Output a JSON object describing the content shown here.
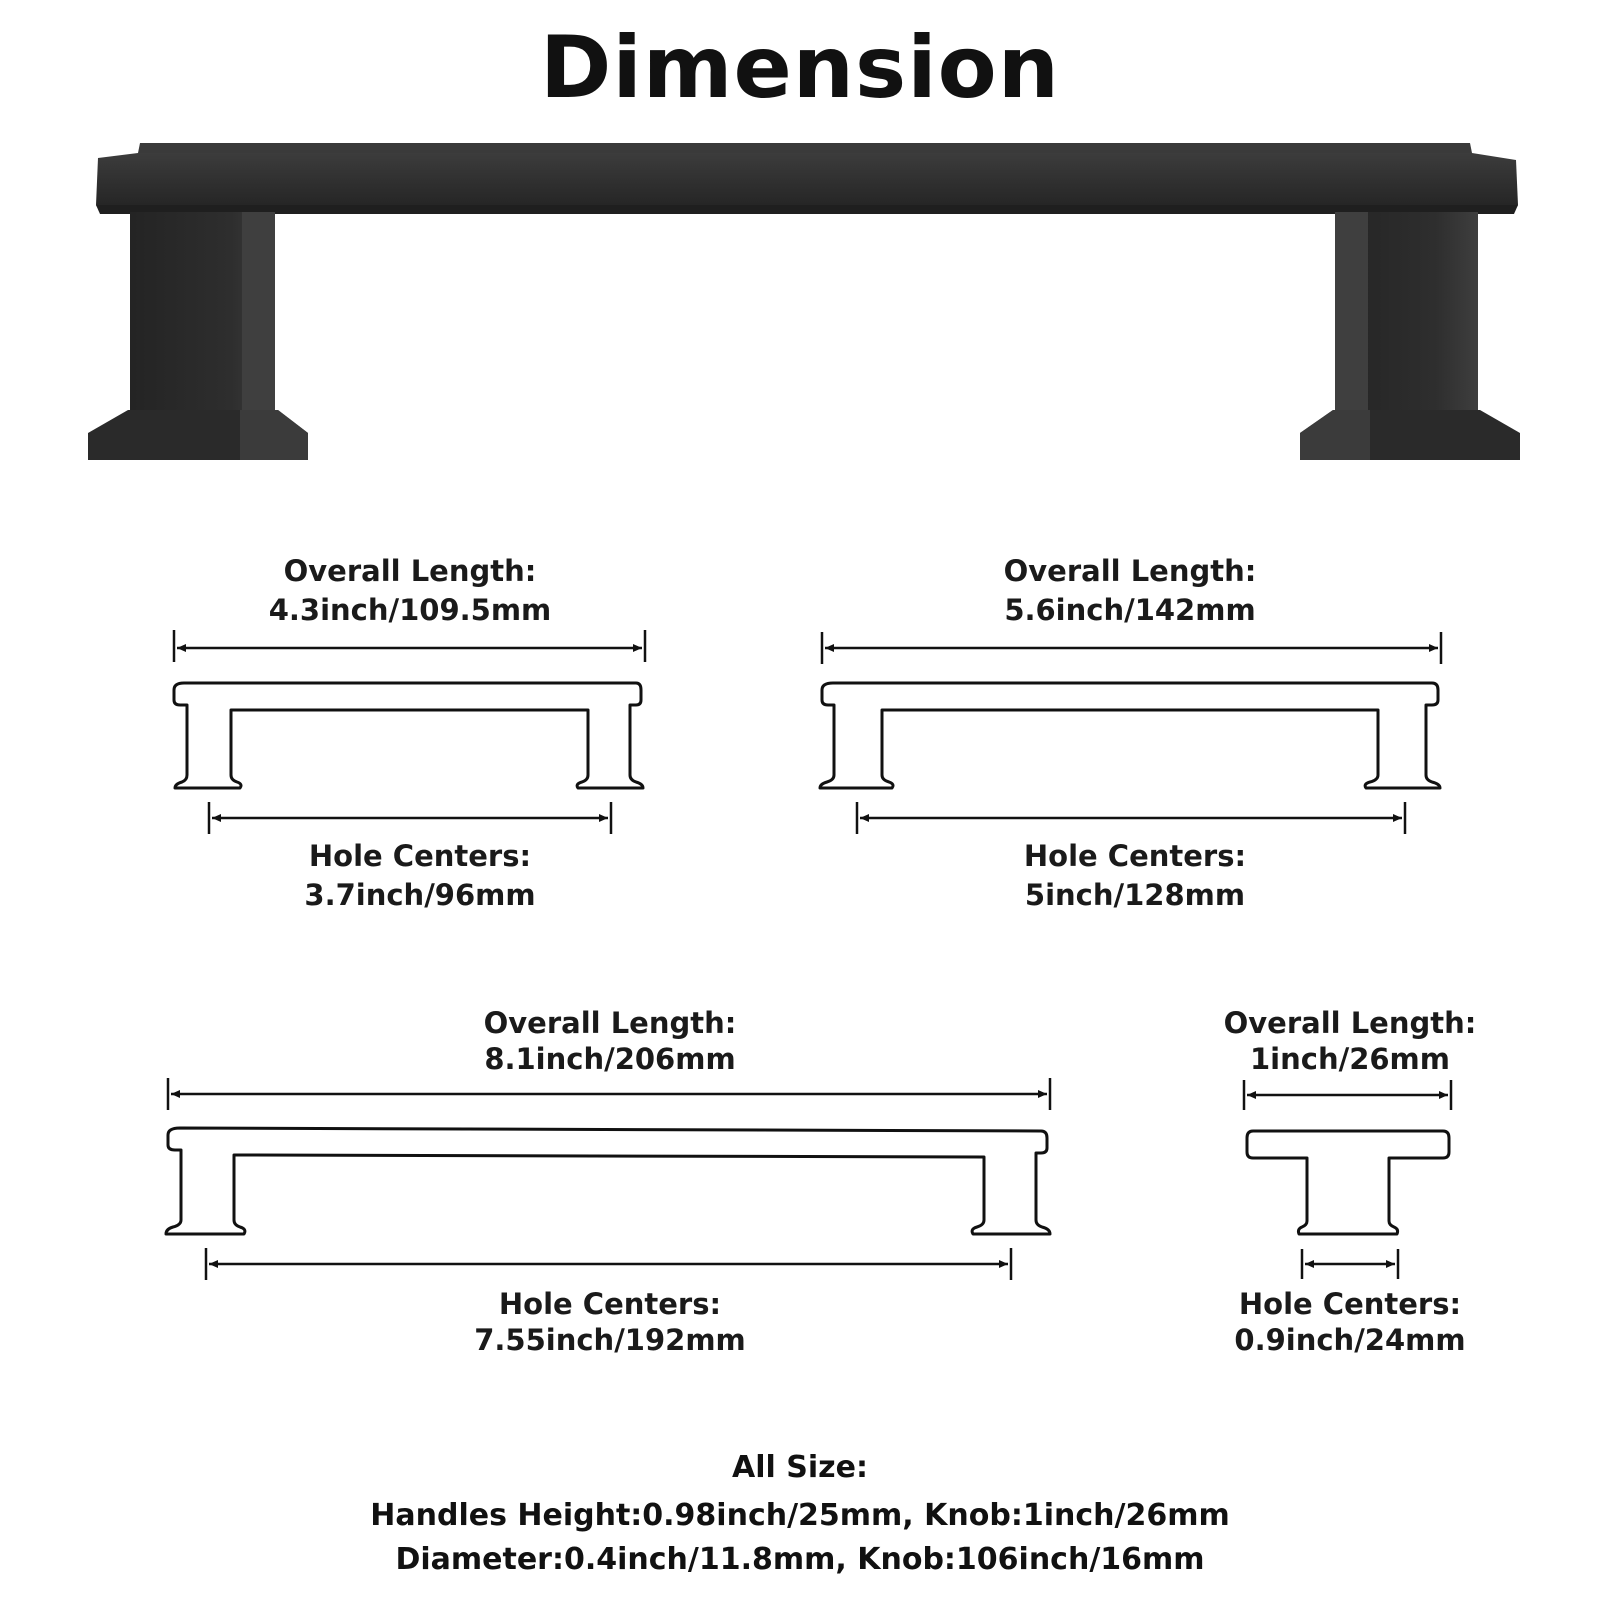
{
  "title": "Dimension",
  "colors": {
    "product_dark": "#2b2b2b",
    "product_mid": "#3a3a3a",
    "outline": "#111111",
    "background": "#ffffff"
  },
  "diagrams": [
    {
      "overall_label": "Overall Length:",
      "overall_value": "4.3inch/109.5mm",
      "hole_label": "Hole Centers:",
      "hole_value": "3.7inch/96mm"
    },
    {
      "overall_label": "Overall Length:",
      "overall_value": "5.6inch/142mm",
      "hole_label": "Hole Centers:",
      "hole_value": "5inch/128mm"
    },
    {
      "overall_label": "Overall Length:",
      "overall_value": "8.1inch/206mm",
      "hole_label": "Hole Centers:",
      "hole_value": "7.55inch/192mm"
    },
    {
      "overall_label": "Overall Length:",
      "overall_value": "1inch/26mm",
      "hole_label": "Hole Centers:",
      "hole_value": "0.9inch/24mm"
    }
  ],
  "specs": {
    "heading": "All Size:",
    "line1": "Handles Height:0.98inch/25mm, Knob:1inch/26mm",
    "line2": "Diameter:0.4inch/11.8mm, Knob:106inch/16mm"
  }
}
